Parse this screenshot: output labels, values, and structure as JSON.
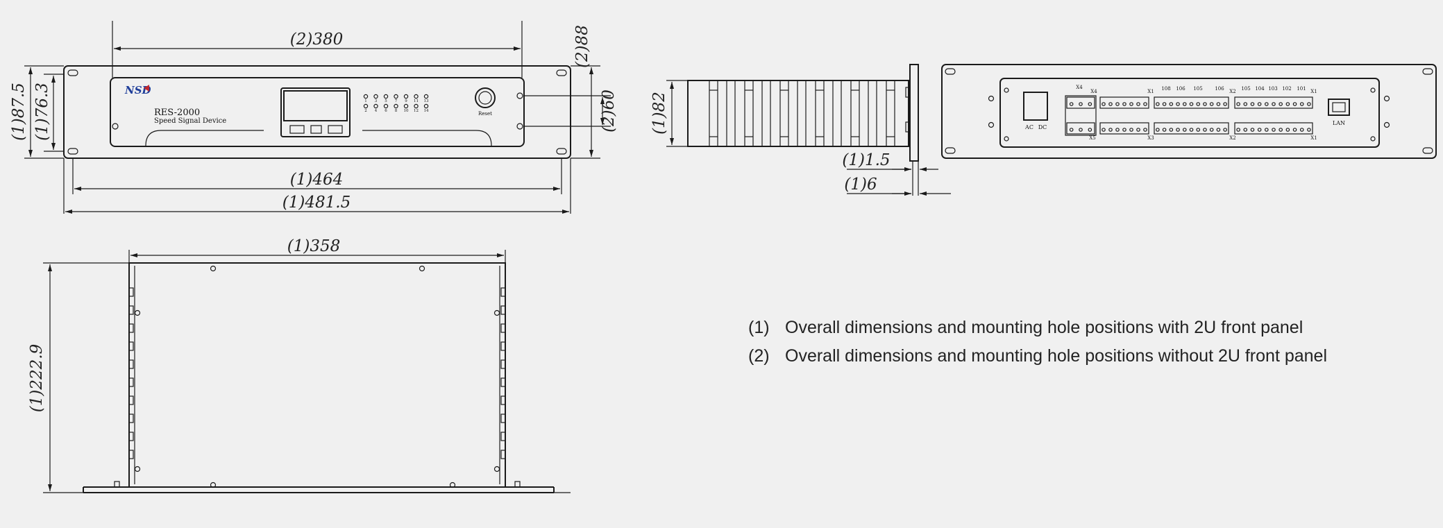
{
  "front_view": {
    "logo": "NSD",
    "model": "RES-2000",
    "subtitle": "Speed Signal Device",
    "led_numbers": [
      "1",
      "2",
      "3",
      "4",
      "5",
      "6",
      "7",
      "8",
      "9",
      "10",
      "11",
      "12",
      "13",
      "14"
    ],
    "reset_label": "Reset",
    "dims": {
      "width_380": "(2)380",
      "height_88": "(2)88",
      "height_60": "(2)60",
      "height_87_5": "(1)87.5",
      "height_76_3": "(1)76.3",
      "width_464": "(1)464",
      "width_481_5": "(1)481.5"
    }
  },
  "side_view": {
    "dims": {
      "height_82": "(1)82",
      "thick_1_5": "(1)1.5",
      "thick_6": "(1)6"
    }
  },
  "rear_view": {
    "power_labels": [
      "AC",
      "DC"
    ],
    "terminal_labels": [
      "X4",
      "X4",
      "X5",
      "X1",
      "X3",
      "X2",
      "X2",
      "X1",
      "X1"
    ],
    "channel_labels": [
      "108",
      "106",
      "105",
      "106",
      "105",
      "104",
      "103",
      "102",
      "101"
    ],
    "lan_label": "LAN"
  },
  "top_view": {
    "dims": {
      "width_358": "(1)358",
      "depth_222_9": "(1)222.9"
    }
  },
  "legend": [
    {
      "num": "(1)",
      "text": "Overall dimensions and mounting hole positions with 2U front panel"
    },
    {
      "num": "(2)",
      "text": "Overall dimensions and mounting hole positions without 2U front panel"
    }
  ]
}
